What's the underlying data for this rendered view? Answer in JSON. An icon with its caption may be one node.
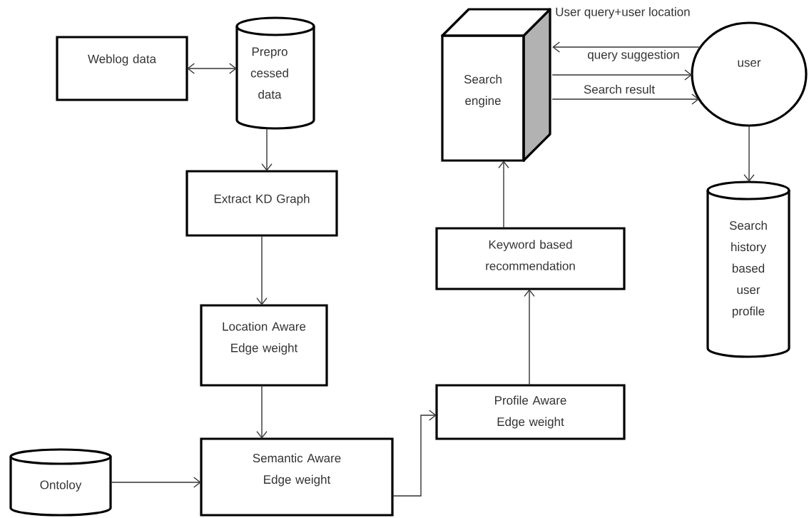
{
  "diagram": {
    "nodes": [
      {
        "text": [
          "Weblog data"
        ]
      },
      {
        "text": [
          "Prepro cessed data"
        ]
      },
      {
        "text": [
          "Search engine"
        ]
      },
      {
        "text": [
          "user"
        ]
      },
      {
        "text": [
          "Extract KD Graph"
        ]
      },
      {
        "text": [
          "Keyword based recommendation"
        ]
      },
      {
        "text": [
          "Search history based user profile"
        ]
      },
      {
        "text": [
          "Location Aware Edge weight"
        ]
      },
      {
        "text": [
          "Profile Aware Edge weight"
        ]
      },
      {
        "text": [
          "Ontoloy"
        ]
      },
      {
        "text": [
          "Semantic Aware Edge weight"
        ]
      }
    ],
    "edges": [
      {
        "from": 0,
        "to": 1,
        "arrow": "both"
      },
      {
        "from": 1,
        "to": 4,
        "arrow": "to"
      },
      {
        "from": 4,
        "to": 7,
        "arrow": "to"
      },
      {
        "from": 7,
        "to": 10,
        "arrow": "to"
      },
      {
        "from": 9,
        "to": 10,
        "arrow": "to"
      },
      {
        "from": 10,
        "to": 8,
        "arrow": "to"
      },
      {
        "from": 8,
        "to": 5,
        "arrow": "to"
      },
      {
        "from": 5,
        "to": 2,
        "arrow": "to"
      },
      {
        "from": 3,
        "to": 2,
        "label": "query suggestion",
        "arrow": "to"
      },
      {
        "from": 2,
        "to": 3,
        "arrow": "to"
      },
      {
        "from": 2,
        "to": 3,
        "label": "Search result",
        "arrow": "to"
      },
      {
        "from": 3,
        "to": 6,
        "arrow": "to"
      }
    ],
    "labels": [
      "User query+user location"
    ]
  }
}
